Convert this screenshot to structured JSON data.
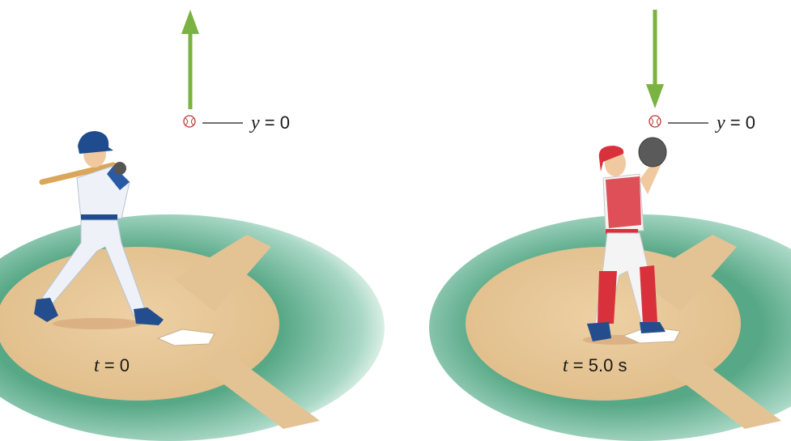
{
  "left_panel": {
    "ref_label_var": "y",
    "ref_label_rest": " = 0",
    "time_label_var": "t",
    "time_label_rest": " = 0",
    "arrow_direction": "up",
    "arrow_color": "#7ab342"
  },
  "right_panel": {
    "ref_label_var": "y",
    "ref_label_rest": " = 0",
    "time_label_var": "t",
    "time_label_rest": " = 5.0 s",
    "arrow_direction": "down",
    "arrow_color": "#7ab342"
  },
  "colors": {
    "dirt": "#e8c89a",
    "baseline": "#dfc394",
    "grass": "#5fae8c",
    "home_plate": "#ffffff",
    "batter_uniform": "#eef2f8",
    "batter_trim": "#1f4c8f",
    "catcher_gear": "#d9313c"
  },
  "icons": {
    "ball": "baseball-icon",
    "arrow_up": "arrow-up-icon",
    "arrow_down": "arrow-down-icon"
  }
}
